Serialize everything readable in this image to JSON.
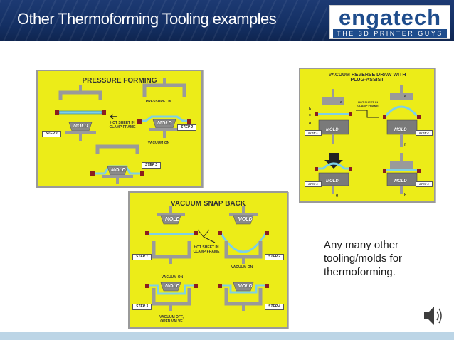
{
  "slide": {
    "title": "Other Thermoforming Tooling examples",
    "logo": {
      "brand": "engatech",
      "tagline": "THE 3D PRINTER GUYS"
    },
    "note": "Any many other tooling/molds for thermoforming."
  },
  "pressure_forming": {
    "title": "PRESSURE FORMING",
    "pressure_on": "PRESSURE ON",
    "hot_sheet": "HOT SHEET IN CLAMP FRAME",
    "vacuum_on": "VACUUM ON",
    "mold": "MOLD",
    "step1": "STEP 1",
    "step2": "STEP 2",
    "step3": "STEP 3"
  },
  "vacuum_reverse_draw": {
    "title": "VACUUM REVERSE DRAW WITH PLUG-ASSIST",
    "hot_sheet": "HOT SHEET IN CLAMP FRAME",
    "mold": "MOLD",
    "step1": "STEP 1",
    "step2": "STEP 2",
    "step3": "STEP 3",
    "step4": "STEP 4",
    "letters": [
      "a",
      "b",
      "c",
      "d",
      "e",
      "f",
      "g",
      "h"
    ]
  },
  "vacuum_snap_back": {
    "title": "VACUUM SNAP BACK",
    "hot_sheet": "HOT SHEET IN CLAMP FRAME",
    "vacuum_on_top": "VACUUM ON",
    "vacuum_on_right": "VACUUM ON",
    "vacuum_off": "VACUUM OFF, OPEN VALVE",
    "mold": "MOLD",
    "step1": "STEP 1",
    "step2": "STEP 2",
    "step3": "STEP 3",
    "step4": "STEP 4"
  },
  "colors": {
    "panel": "#ecec18",
    "header": "#143064",
    "brand": "#1e4c8c",
    "sheet": "#7ed0e6"
  },
  "icons": [
    "speaker-icon"
  ]
}
